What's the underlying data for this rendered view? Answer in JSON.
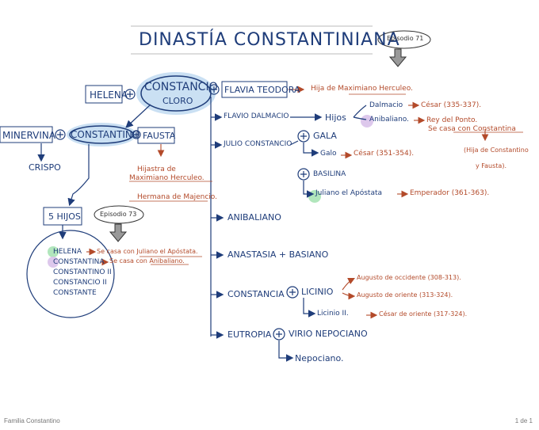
{
  "colors": {
    "ink": "#1f3d7a",
    "accent": "#b34a2a",
    "highlight": "#9fc7ea",
    "green": "#a9e3b5",
    "purple": "#d9c2ea"
  },
  "title": "DINASTÍA CONSTANTINIANA",
  "episode_top": "Episodio 71",
  "episode_mid": "Episodio 73",
  "nodes": {
    "helena": "HELENA",
    "constancio": "CONSTANCIO",
    "cloro": "CLORO",
    "flavia": "FLAVIA TEODORA",
    "flavia_note": "Hija de Maximiano Herculeo.",
    "minervina": "MINERVINA",
    "constantino": "CONSTANTINO",
    "fausta": "FAUSTA",
    "crispo": "CRISPO",
    "fausta_note1": "Hijastra de",
    "fausta_note2": "Maximiano Herculeo.",
    "fausta_note3": "Hermana de Majencio.",
    "hijos5": "5 HIJOS",
    "c_helena": "HELENA",
    "c_constantina": "CONSTANTINA",
    "c_constantino2": "CONSTANTINO II",
    "c_constancio2": "CONSTANCIO II",
    "c_constante": "CONSTANTE",
    "helena_note": "Se casa con Juliano el Apóstata.",
    "constantina_note": "Se casa con Anibaliano.",
    "flavio_dalmacio": "FLAVIO DALMACIO",
    "hijos": "Hijos",
    "dalmacio": "Dalmacio",
    "dalmacio_note": "César (335-337).",
    "anibaliano_s": "Anibaliano.",
    "anibaliano_note1": "Rey del Ponto.",
    "anibaliano_note2": "Se casa con Constantina",
    "anibaliano_note3": "(Hija de Constantino",
    "anibaliano_note4": "y Fausta).",
    "julio": "JULIO CONSTANCIO",
    "gala": "GALA",
    "galo": "Galo",
    "galo_note": "César (351-354).",
    "basilina": "BASILINA",
    "juliano": "Juliano el Apóstata",
    "juliano_note": "Emperador (361-363).",
    "anibaliano": "ANIBALIANO",
    "anastasia": "ANASTASIA + BASIANO",
    "constancia": "CONSTANCIA",
    "licinio": "LICINIO",
    "licinio_note1": "Augusto de occidente (308-313).",
    "licinio_note2": "Augusto de oriente (313-324).",
    "licinio2": "Licinio II.",
    "licinio2_note": "César de oriente (317-324).",
    "eutropia": "EUTROPIA",
    "virio": "VIRIO NEPOCIANO",
    "nepociano": "Nepociano."
  },
  "footer": {
    "left": "Familia Constantino",
    "right": "1 de 1"
  }
}
